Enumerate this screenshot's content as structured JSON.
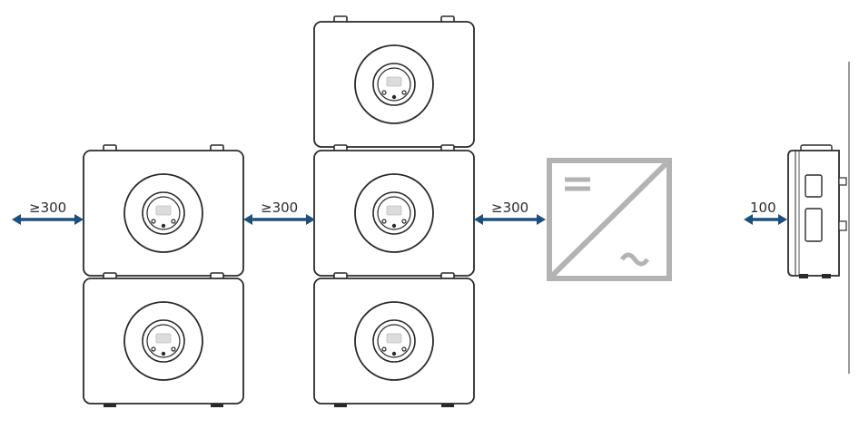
{
  "clearances": {
    "left_outer": "≥300",
    "between_columns": "≥300",
    "to_inverter": "≥300",
    "to_wall": "100"
  },
  "colors": {
    "arrow": "#1d4f7c",
    "outline": "#2a2a2a",
    "inverter_gray": "#b3b3b3"
  },
  "icons": {
    "battery": "battery-module-icon",
    "inverter": "inverter-dc-ac-icon",
    "side_view": "battery-side-view-icon"
  }
}
